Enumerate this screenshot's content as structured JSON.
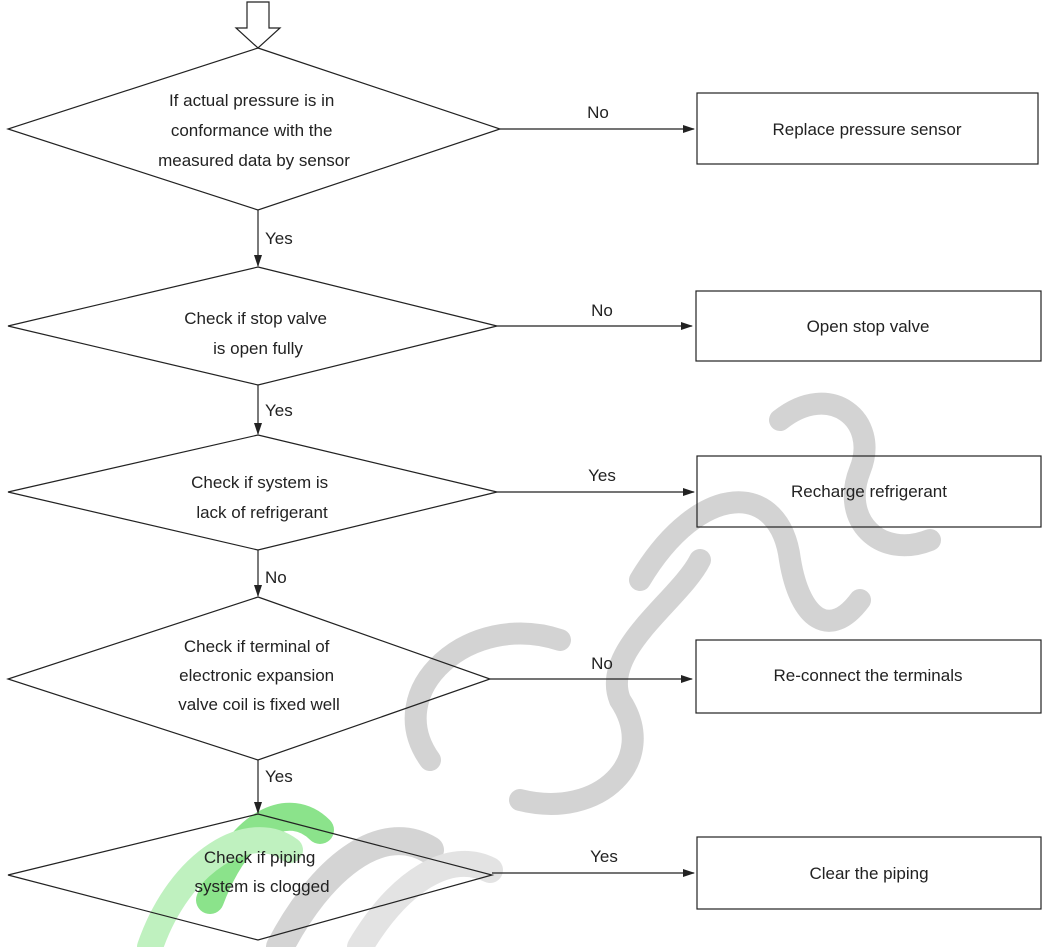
{
  "diagram": {
    "decisions": [
      {
        "lines": [
          "If actual pressure is in",
          "conformance with the",
          "measured data by sensor"
        ],
        "branch": "No",
        "down": "Yes"
      },
      {
        "lines": [
          "Check if stop valve",
          "is open fully"
        ],
        "branch": "No",
        "down": "Yes"
      },
      {
        "lines": [
          "Check if system is",
          "lack of refrigerant"
        ],
        "branch": "Yes",
        "down": "No"
      },
      {
        "lines": [
          "Check if terminal of",
          "electronic expansion",
          "valve coil is fixed well"
        ],
        "branch": "No",
        "down": "Yes"
      },
      {
        "lines": [
          "Check if piping",
          "system is clogged"
        ],
        "branch": "Yes",
        "down": ""
      }
    ],
    "actions": [
      "Replace pressure sensor",
      "Open stop valve",
      "Recharge refrigerant",
      "Re-connect the terminals",
      "Clear the piping"
    ]
  },
  "colors": {
    "line": "#222222",
    "watermark_gray": "#c8c8c8",
    "watermark_green": "#7fe07f"
  }
}
